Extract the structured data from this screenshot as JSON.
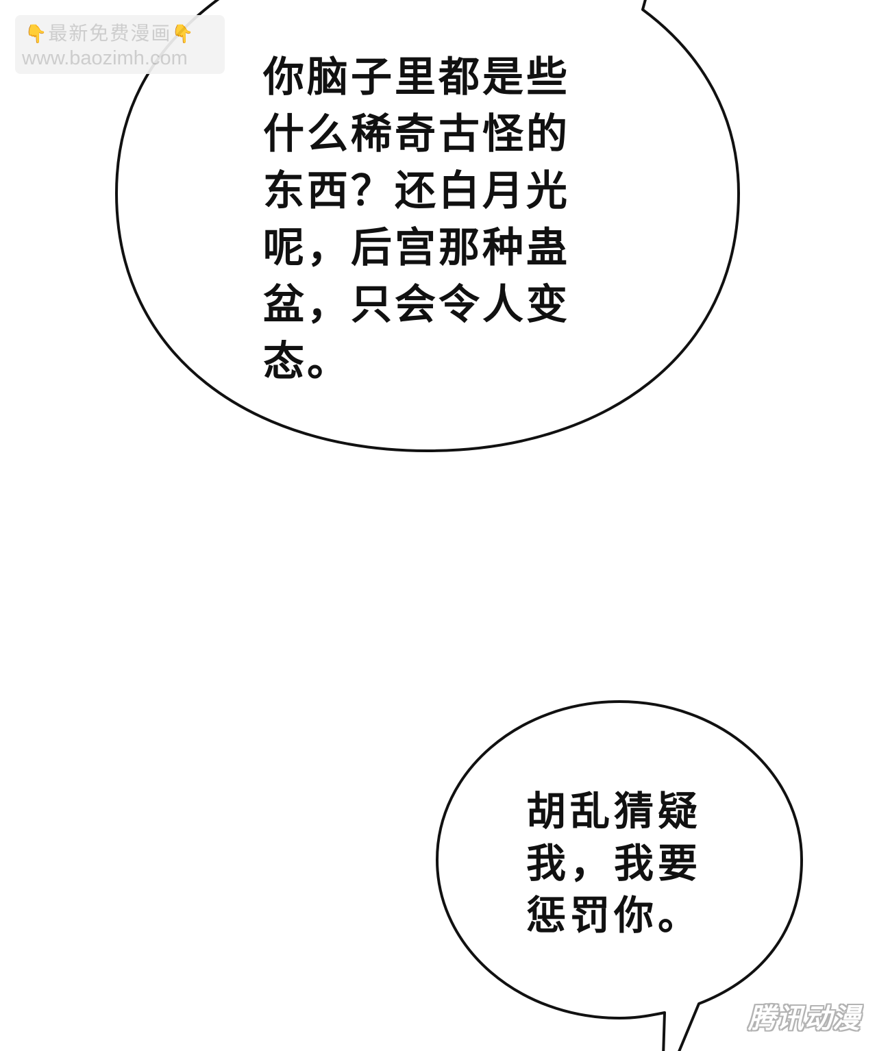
{
  "watermark": {
    "title": "最新免费漫画",
    "url": "www.baozimh.com",
    "icon": "pointing-down-hand-icon",
    "icon_glyph": "👇",
    "icon_color": "#f0b400"
  },
  "dialogues": [
    {
      "text": "你脑子里都是些\n什么稀奇古怪的\n东西？还白月光\n呢，后宫那种蛊\n盆，只会令人变\n态。"
    },
    {
      "text": "胡乱猜疑\n我，我要\n惩罚你。"
    }
  ],
  "publisher_logo": {
    "text": "腾讯动漫"
  },
  "colors": {
    "background": "#ffffff",
    "bubble_outline": "#111111",
    "text": "#111111",
    "watermark_text": "#c9c9c9"
  }
}
